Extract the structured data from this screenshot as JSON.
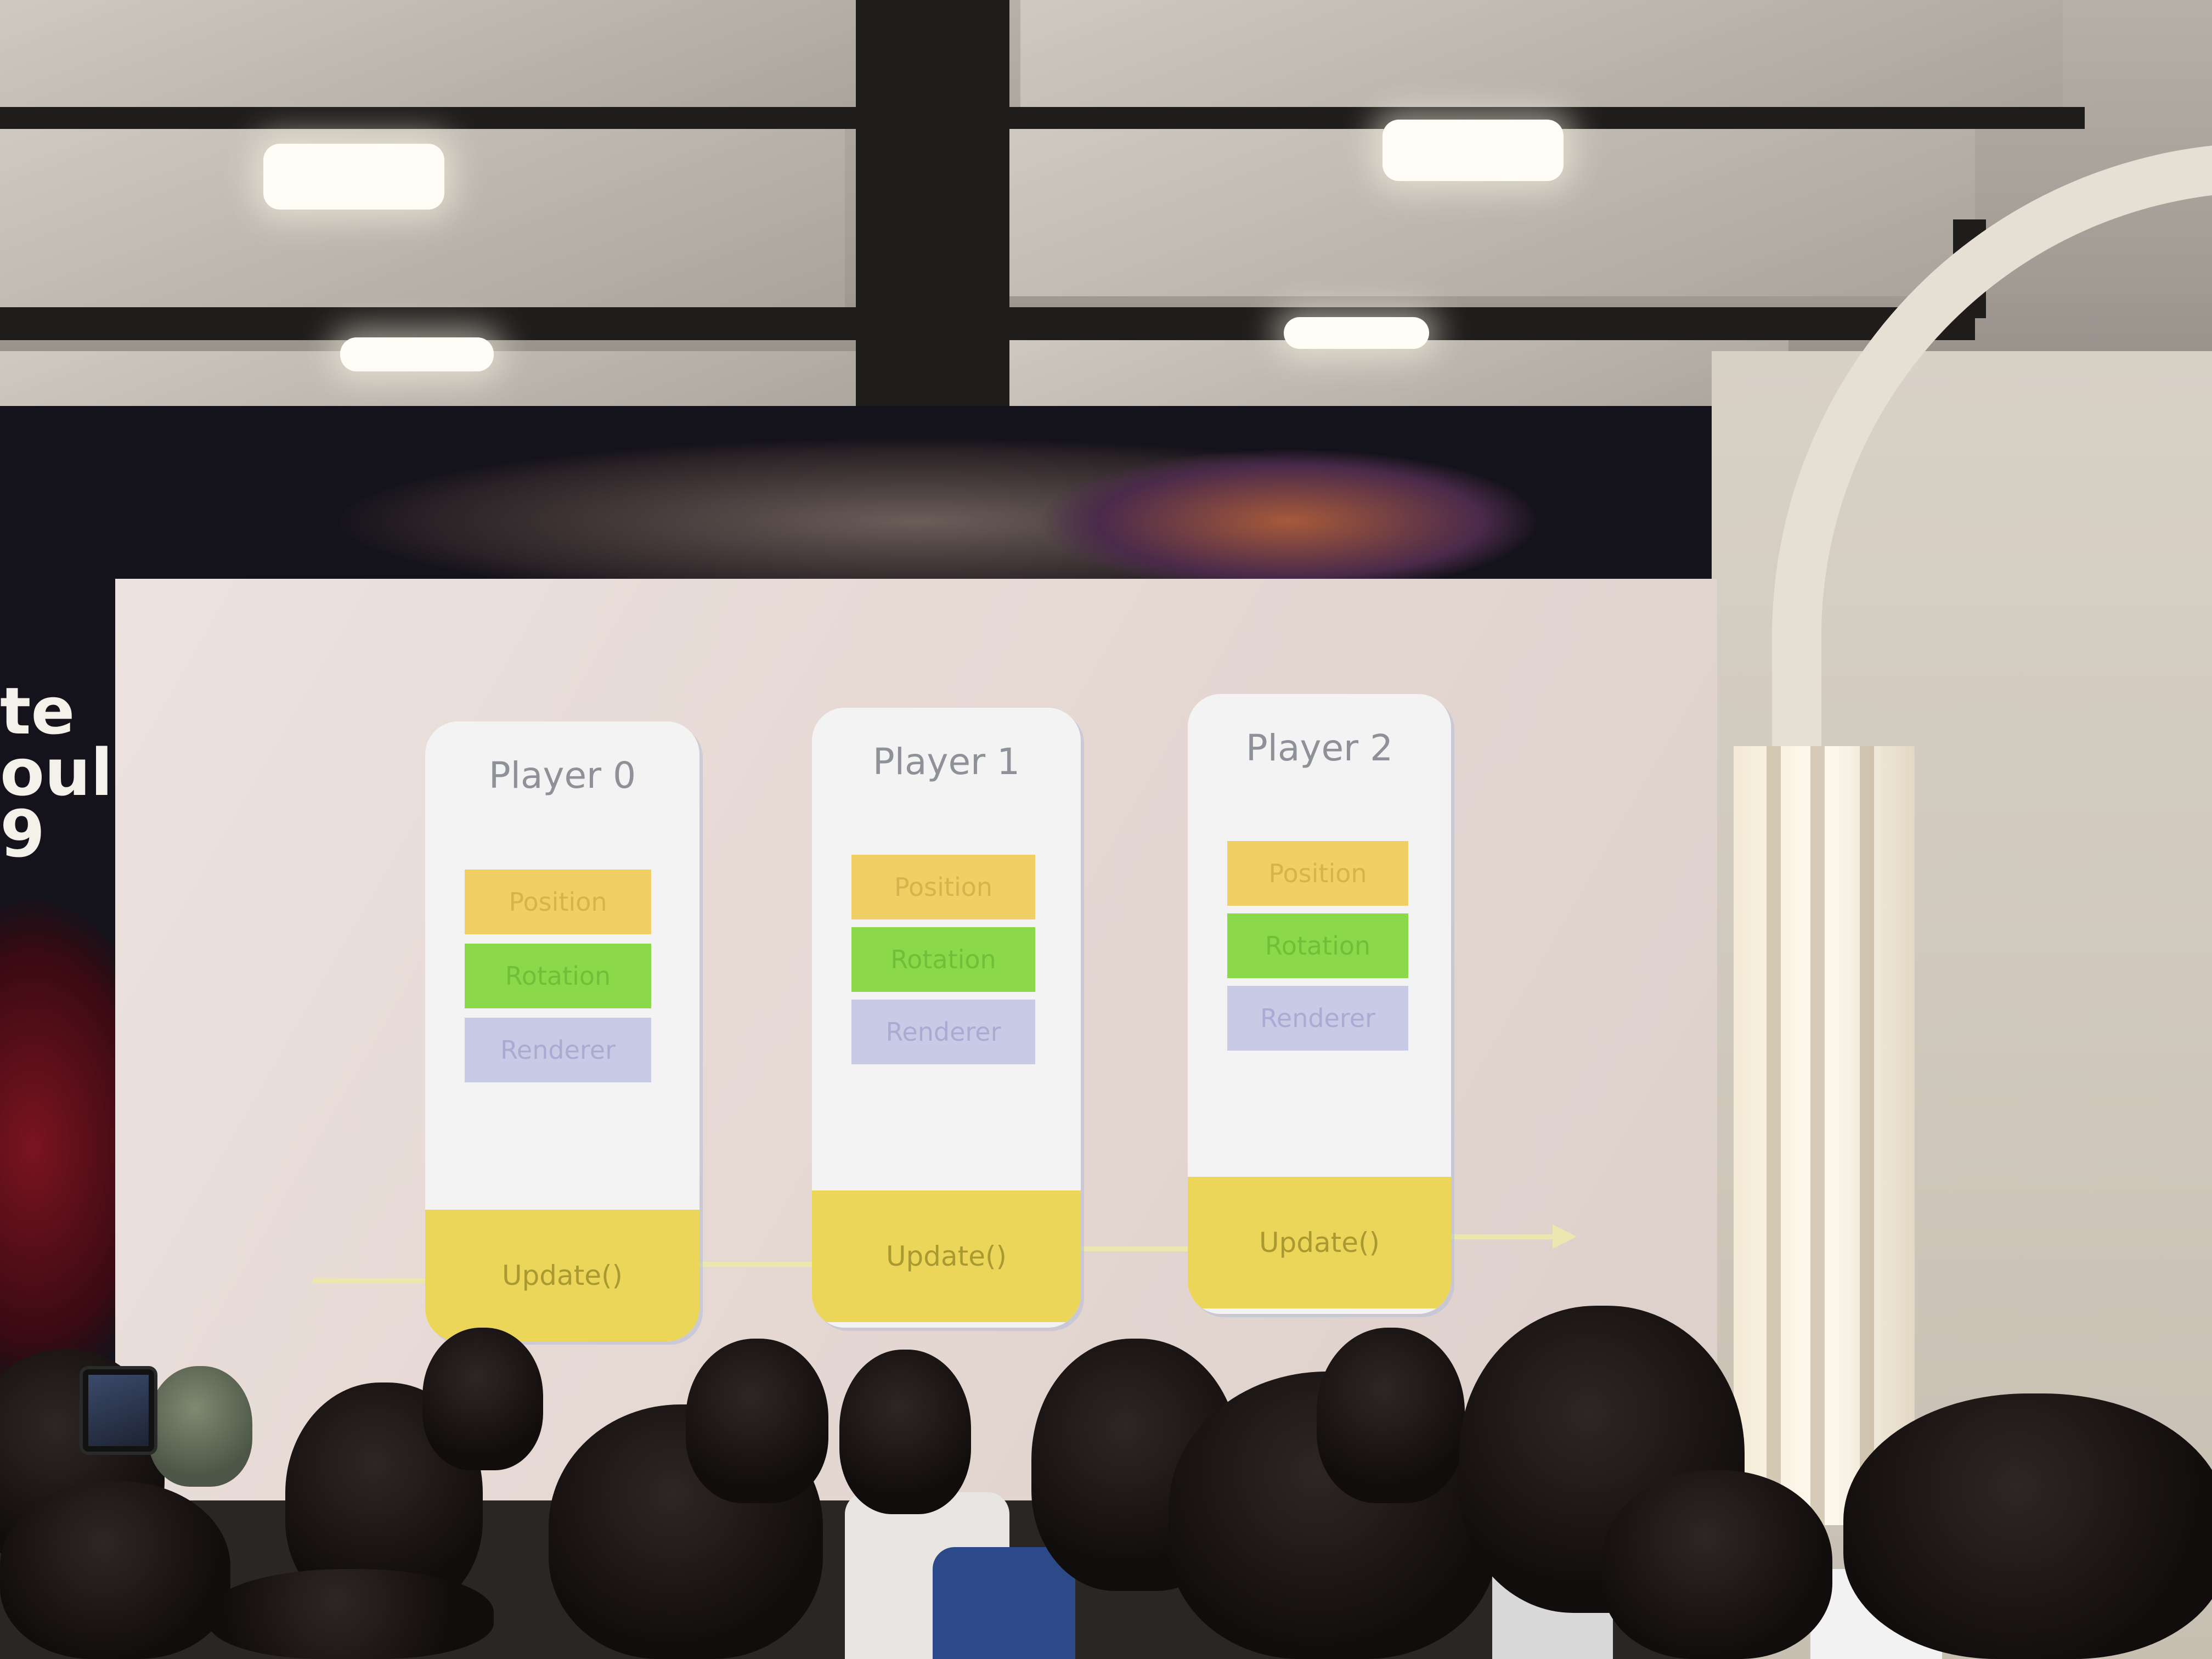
{
  "venue": {
    "partial_text_lines": [
      "te",
      "oul",
      "9"
    ]
  },
  "slide": {
    "players": [
      {
        "title": "Player 0",
        "components": [
          "Position",
          "Rotation",
          "Renderer"
        ],
        "update_label": "Update()"
      },
      {
        "title": "Player 1",
        "components": [
          "Position",
          "Rotation",
          "Renderer"
        ],
        "update_label": "Update()"
      },
      {
        "title": "Player 2",
        "components": [
          "Position",
          "Rotation",
          "Renderer"
        ],
        "update_label": "Update()"
      }
    ]
  },
  "colors": {
    "position": "#f1cf65",
    "rotation": "#8bd84a",
    "renderer": "#c9cbe6",
    "update": "#ebd65a",
    "timeline": "#ece7b0"
  }
}
